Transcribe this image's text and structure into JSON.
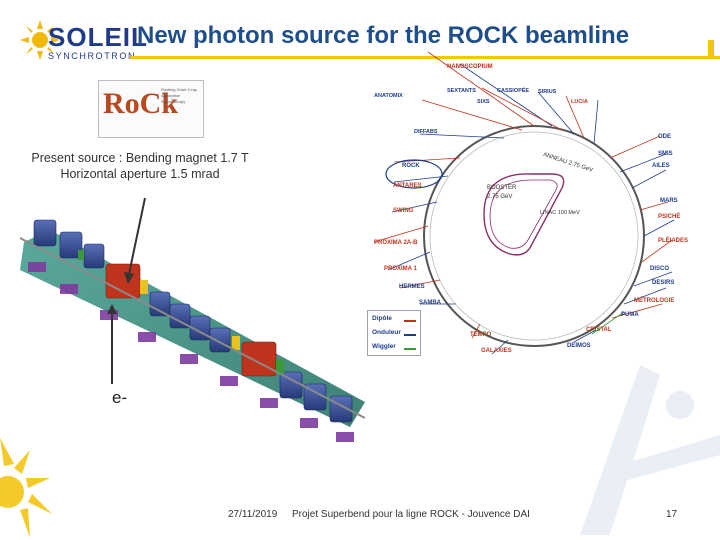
{
  "header": {
    "logo_name": "SOLEIL",
    "logo_sub": "SYNCHROTRON",
    "title": "New photon source for the ROCK beamline",
    "accent_color": "#f2c511",
    "title_color": "#1f4e8c"
  },
  "rock_logo": {
    "word": "RoCk",
    "tagline": "Rocking Chair X-ray Absorption Spectroscopy"
  },
  "source_text": {
    "line1": "Present source : Bending magnet 1.7 T",
    "line2": "Horizontal aperture 1.5 mrad"
  },
  "lattice": {
    "electron_label": "e-"
  },
  "ring": {
    "booster_label": "BOOSTER",
    "booster_energy": "2.75 GeV",
    "linac_label": "LINAC 100 MeV",
    "anneau_label": "ANNEAU 2.75 GeV",
    "beamlines_left": [
      "ANATOMIX",
      "DIFFABS",
      "ROCK",
      "ANTARES",
      "SWING",
      "PROXIMA 2A-B",
      "PROXIMA 1",
      "HERMES",
      "SAMBA",
      "TEMPO",
      "GALAXIES"
    ],
    "beamlines_top": [
      "NANOSCOPIUM",
      "SEXTANTS",
      "CASSIOPÉE",
      "SIRIUS",
      "SIXS",
      "LUCIA"
    ],
    "beamlines_right": [
      "ODE",
      "SMIS",
      "AILES",
      "MARS",
      "PSICHÉ",
      "PLÉIADES",
      "DISCO",
      "DESIRS",
      "MÉTROLOGIE",
      "PUMA",
      "CRISTAL",
      "DEIMOS"
    ],
    "legend": {
      "dipole": "Dipôle",
      "onduleur": "Onduleur",
      "wiggler": "Wiggler"
    }
  },
  "footer": {
    "date": "27/11/2019",
    "text": "Projet Superbend pour la ligne ROCK - Jouvence DAI",
    "page": "17"
  }
}
